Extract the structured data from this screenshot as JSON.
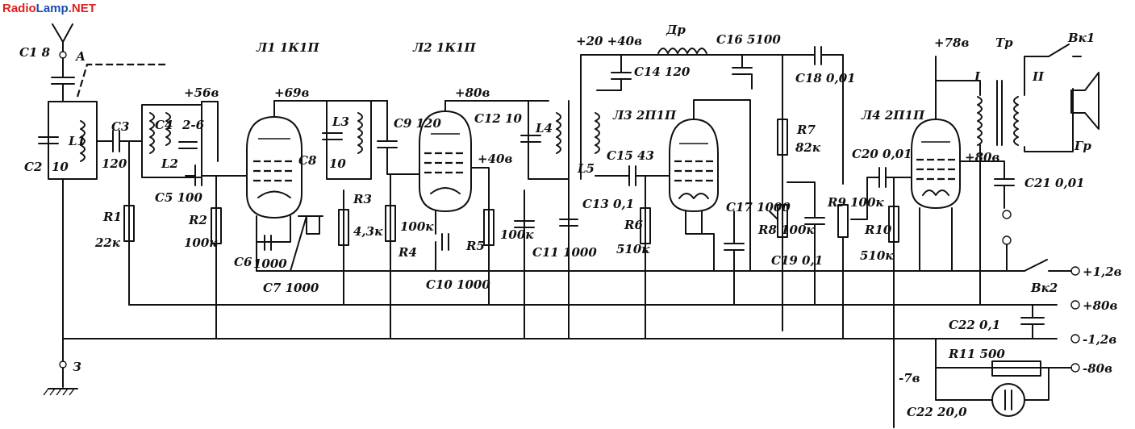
{
  "watermark": {
    "left": "Radio",
    "middle": "Lamp",
    "right": ".NET"
  },
  "tubes": {
    "l1": "Л1 1К1П",
    "l2": "Л2 1К1П",
    "l3": "Л3 2П1П",
    "l4": "Л4 2П1П"
  },
  "voltages": {
    "v56": "+56в",
    "v69": "+69в",
    "v80": "+80в",
    "v40": "+40в",
    "v20_40": "+20 +40в",
    "v78": "+78в",
    "v80b": "+80в",
    "vm7": "-7в"
  },
  "terminals": {
    "t1": "+1,2в",
    "t2": "+80в",
    "t3": "-1,2в",
    "t4": "-80в",
    "antenna": "А",
    "ground": "З",
    "bk1": "Вк1",
    "bk2": "Вк2",
    "gr": "Гр",
    "tr": "Тр",
    "i": "I",
    "ii": "II",
    "dr": "Др"
  },
  "components": {
    "c1": "С1 8",
    "c2": "С2",
    "c2v": "10",
    "l1": "L1",
    "c3": "С3",
    "c3v": "120",
    "c4": "С4",
    "c4v": "2-6",
    "l2": "L2",
    "c5": "С5 100",
    "r1": "R1",
    "r1v": "22к",
    "r2": "R2",
    "r2v": "100к",
    "c6": "С6",
    "c6v": "1000",
    "c7": "С7 1000",
    "c8": "С8",
    "l3": "L3",
    "l3v": "10",
    "r3": "R3",
    "r3v": "4,3к",
    "c9": "С9 120",
    "r4": "R4",
    "r4v": "100к",
    "c10": "С10 1000",
    "r5": "R5",
    "r5v": "100к",
    "c11": "С11 1000",
    "c12": "С12 10",
    "l4": "L4",
    "c13": "С13 0,1",
    "l5": "L5",
    "c15": "С15 43",
    "r6": "R6",
    "r6v": "510к",
    "c14": "С14 120",
    "c16": "С16 5100",
    "c17": "С17 1000",
    "c18": "С18 0,01",
    "r7": "R7",
    "r7v": "82к",
    "r8": "R8 100к",
    "c19": "С19 0,1",
    "r9": "R9 100к",
    "c20": "С20 0,01",
    "r10": "R10",
    "r10v": "510к",
    "c21": "С21 0,01",
    "c22": "С22 0,1",
    "r11": "R11 500",
    "c22b": "С22 20,0"
  }
}
